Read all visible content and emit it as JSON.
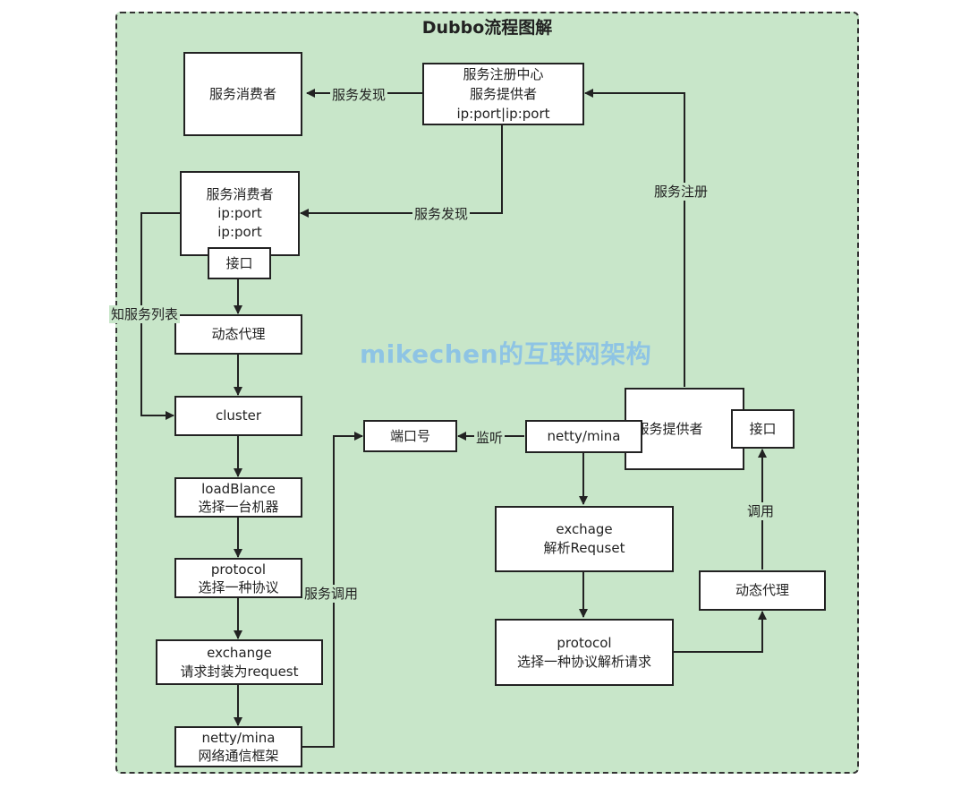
{
  "title": "Dubbo流程图解",
  "watermark": "mikechen的互联网架构",
  "nodes": {
    "consumer_top": [
      "服务消费者"
    ],
    "registry": [
      "服务注册中心",
      "服务提供者",
      "ip:port|ip:port"
    ],
    "consumer_main": [
      "服务消费者",
      "ip:port",
      "ip:port"
    ],
    "consumer_iface": [
      "接口"
    ],
    "consumer_proxy": [
      "动态代理"
    ],
    "cluster": [
      "cluster"
    ],
    "loadbalance": [
      "loadBlance",
      "选择一台机器"
    ],
    "protocol_left": [
      "protocol",
      "选择一种协议"
    ],
    "exchange_left": [
      "exchange",
      "请求封装为request"
    ],
    "netty_left": [
      "netty/mina",
      "网络通信框架"
    ],
    "port": [
      "端口号"
    ],
    "netty_right": [
      "netty/mina"
    ],
    "provider": [
      "服务提供者"
    ],
    "provider_iface": [
      "接口"
    ],
    "exchange_right": [
      "exchage",
      "解析Requset"
    ],
    "protocol_right": [
      "protocol",
      "选择一种协议解析请求"
    ],
    "provider_proxy": [
      "动态代理"
    ]
  },
  "edge_labels": {
    "discover_top": "服务发现",
    "discover_main": "服务发现",
    "register": "服务注册",
    "service_list": "知服务列表",
    "invoke": "服务调用",
    "listen": "监听",
    "call": "调用"
  }
}
